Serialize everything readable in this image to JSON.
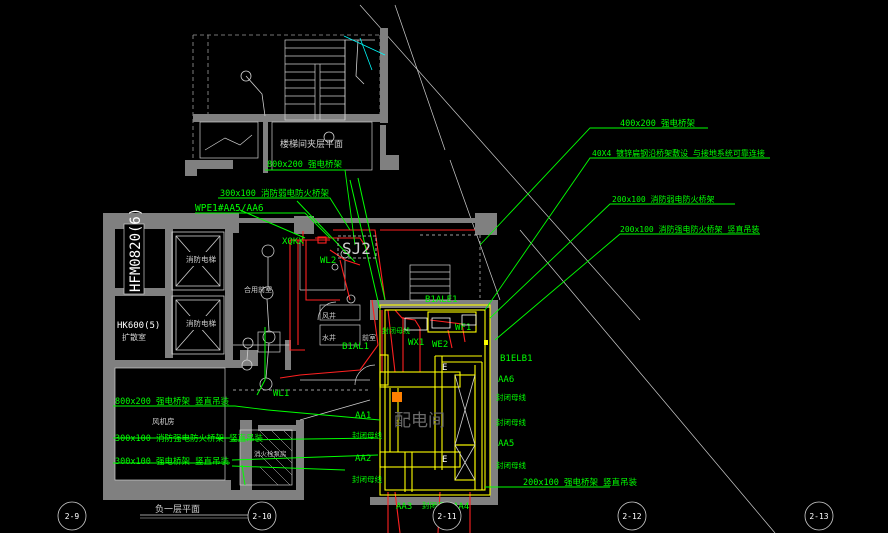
{
  "callouts": {
    "c1": "400x200 强电桥架",
    "c2": "40X4 镀锌扁钢沿桥架敷设 与接地系统可靠连接",
    "c3": "200x100 消防弱电防火桥架",
    "c4": "200x100 消防强电防火桥架 竖直吊装",
    "c5": "800x200 强电桥架",
    "c6": "300x100 消防弱电防火桥架",
    "c7": "WPE1#AA5/AA6",
    "c8": "800x200 强电桥架 竖直吊装",
    "c9": "300x100 消防强电防火桥架 竖直吊装",
    "c10": "300x100 强电桥架 竖直吊装",
    "c11": "200x100 强电桥架 竖直吊装"
  },
  "rooms": {
    "stair_upper": "楼梯间夹层平面",
    "lift1": "消防电梯",
    "lift2": "消防电梯",
    "front_room": "合用前室",
    "wind1": "风井",
    "water": "水井",
    "lobby": "前室",
    "hfm_text": "HFM0820(6)",
    "hk_text1": "HK600(5)",
    "hk_text2": "扩散室",
    "machine": "风机房",
    "pump": "消火栓泵房",
    "dist": "配电间",
    "floor_title": "负一层平面"
  },
  "labels": {
    "xqkx": "XQKX",
    "sj2": "SJ2",
    "wl2": "WL2",
    "b1ale1": "B1ALE1",
    "wf1": "WF1",
    "b1al1": "B1AL1",
    "wx1": "WX1",
    "we2": "WE2",
    "b1elb1": "B1ELB1",
    "wl1": "WL1",
    "aa1": "AA1",
    "aa2": "AA2",
    "aa3": "AA3",
    "aa4": "AA4",
    "aa5": "AA5",
    "aa6": "AA6",
    "bus1": "封闭母线",
    "bus2": "封闭母线",
    "bus3": "封闭母线",
    "bus4": "封闭母线",
    "bus5": "封闭母线",
    "bus6": "封闭母线",
    "bus7": "封闭母线",
    "e1": "E",
    "e2": "E"
  },
  "axes": [
    "2-9",
    "2-10",
    "2-11",
    "2-12",
    "2-13"
  ],
  "colors": {
    "background": "#000000",
    "wall": "#808080",
    "cyan": "#00ffff",
    "green": "#00ff00",
    "red": "#ff2020",
    "yellow": "#ffff00",
    "white": "#ffffff",
    "orange": "#ff8000",
    "magenta": "#ff00ff"
  }
}
